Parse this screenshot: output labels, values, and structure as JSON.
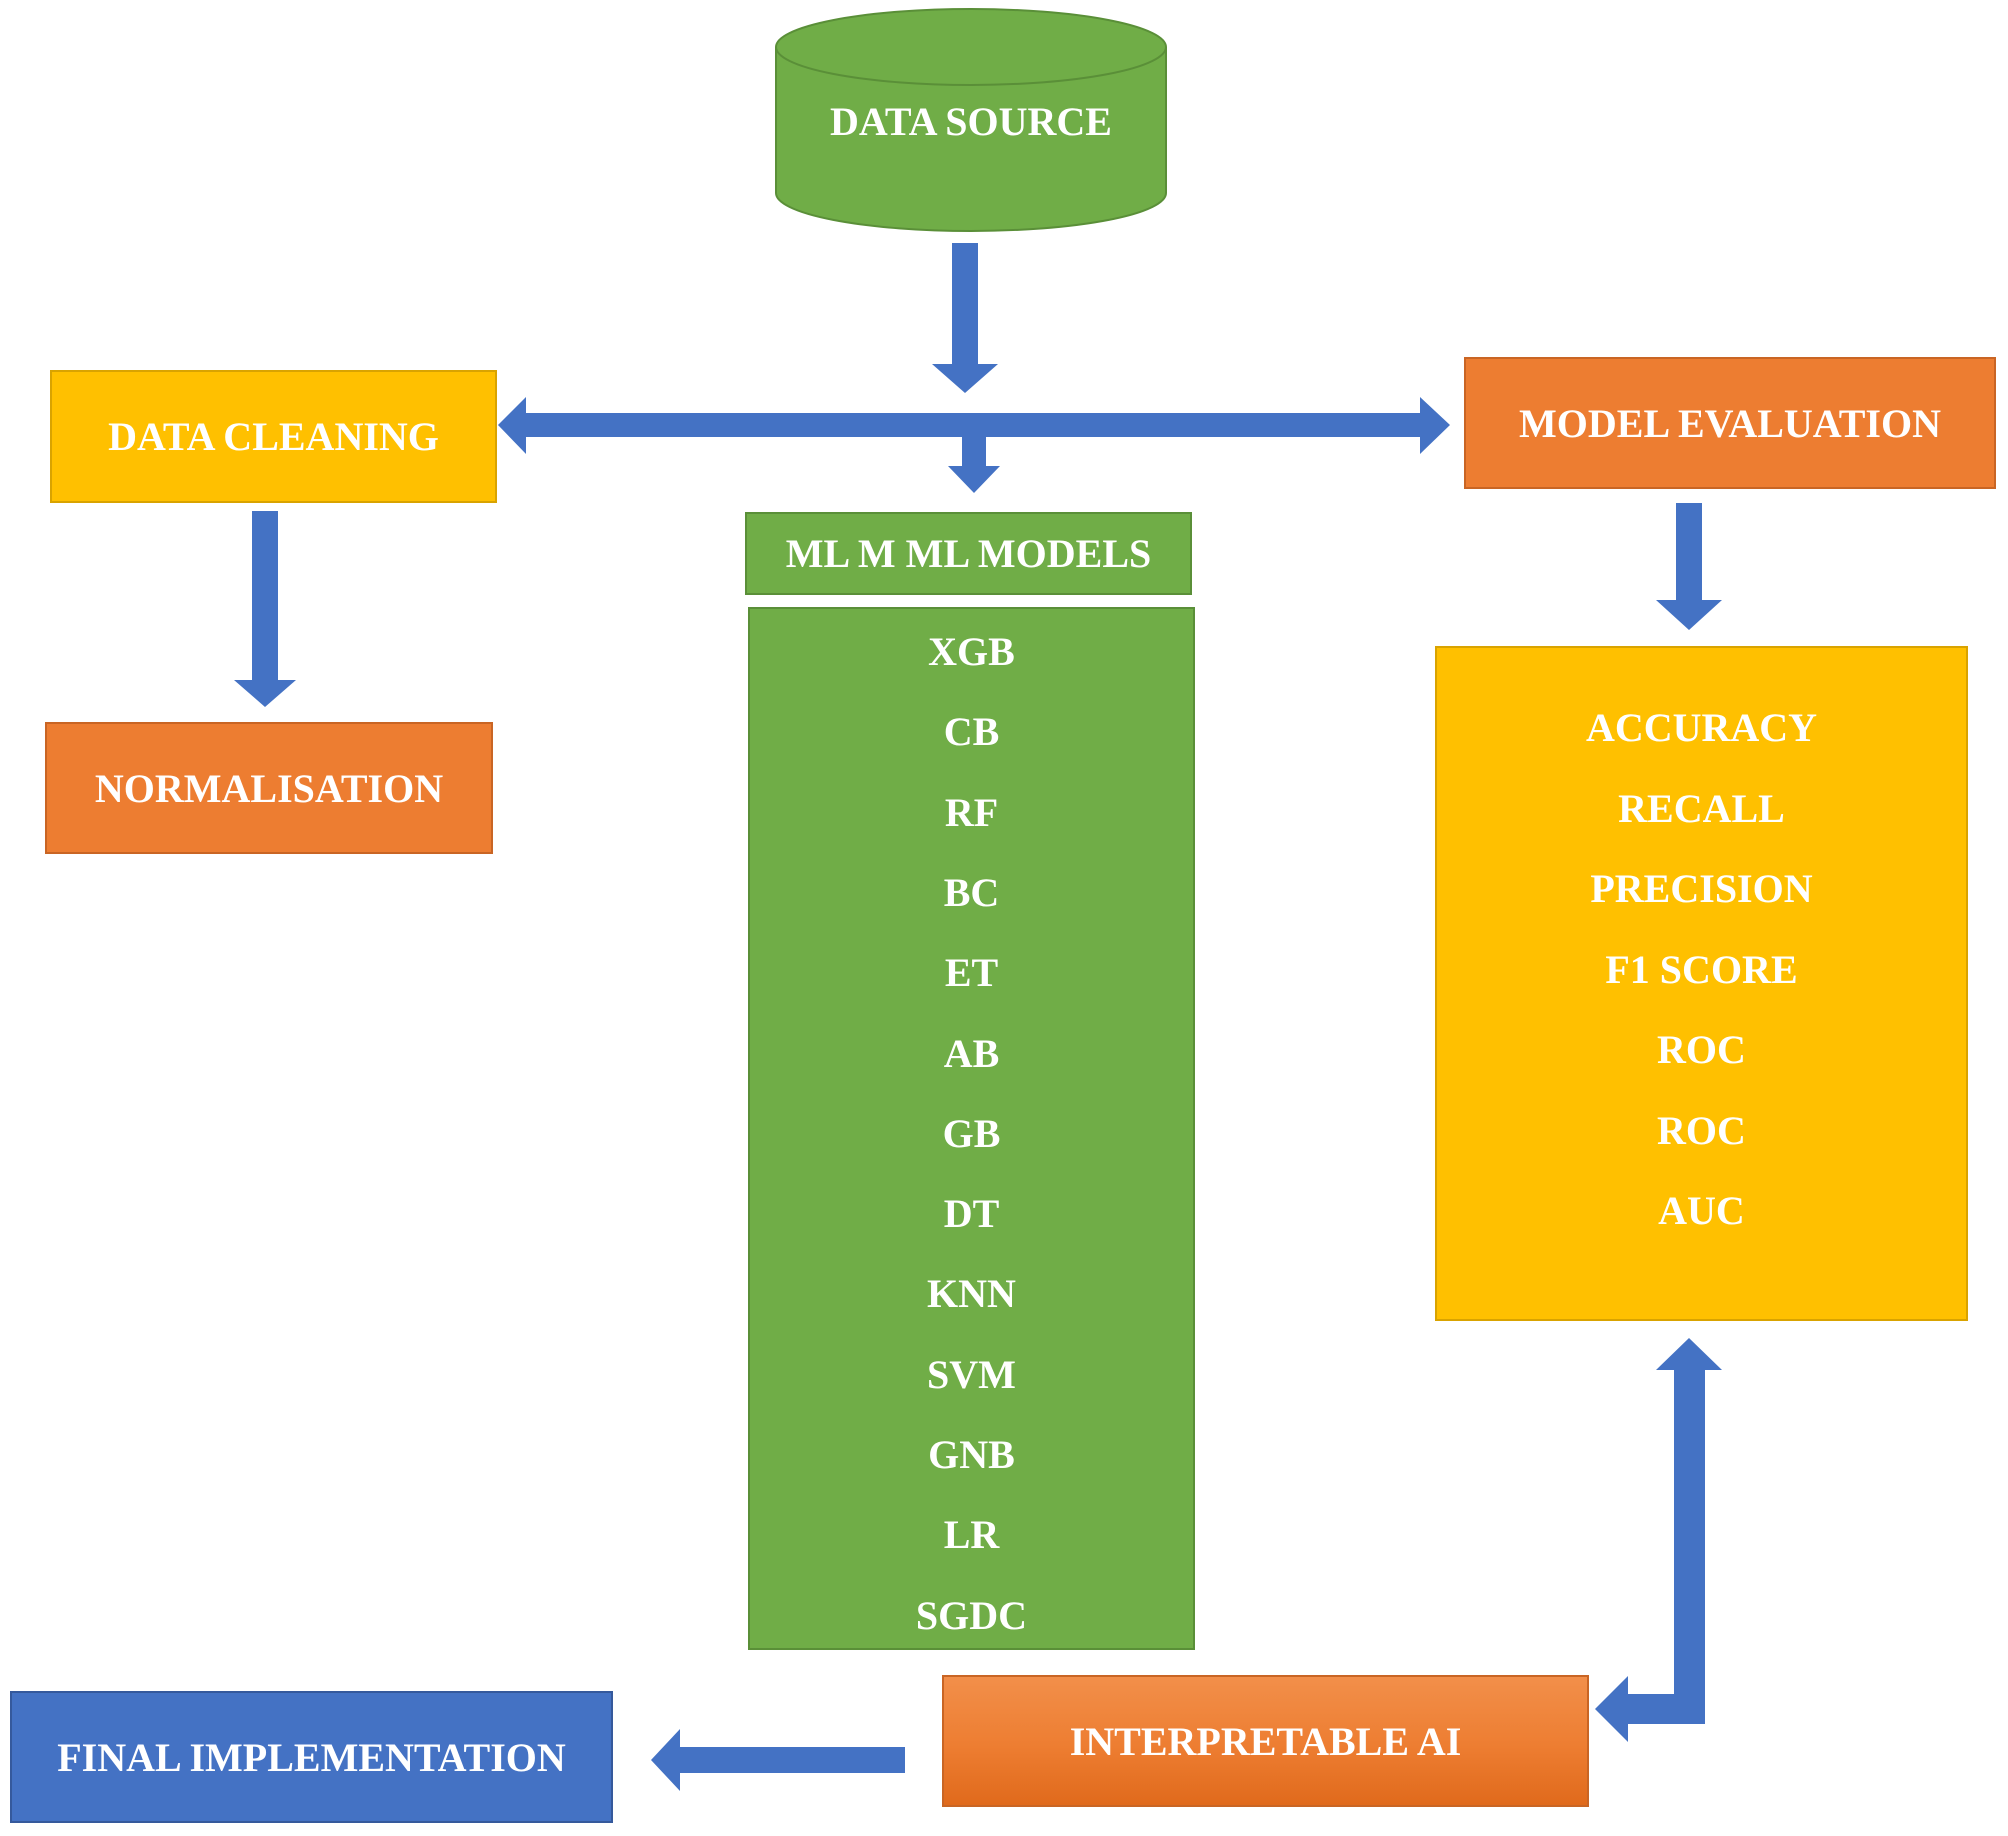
{
  "colors": {
    "green": "#70ad47",
    "yellow": "#ffc000",
    "orange": "#ed7d31",
    "blue": "#4472c4",
    "arrow": "#4472c4"
  },
  "nodes": {
    "data_source": "DATA SOURCE",
    "data_cleaning": "DATA CLEANING",
    "normalisation": "NORMALISATION",
    "ml_models": "ML M ML MODELS",
    "model_evaluation": "MODEL EVALUATION",
    "interpretable_ai": "INTERPRETABLE AI",
    "final_implementation": "FINAL IMPLEMENTATION"
  },
  "models": [
    "XGB",
    "CB",
    "RF",
    "BC",
    "ET",
    "AB",
    "GB",
    "DT",
    "KNN",
    "SVM",
    "GNB",
    "LR",
    "SGDC"
  ],
  "metrics": [
    "ACCURACY",
    "RECALL",
    "PRECISION",
    "F1 SCORE",
    "ROC",
    "ROC",
    "AUC"
  ]
}
